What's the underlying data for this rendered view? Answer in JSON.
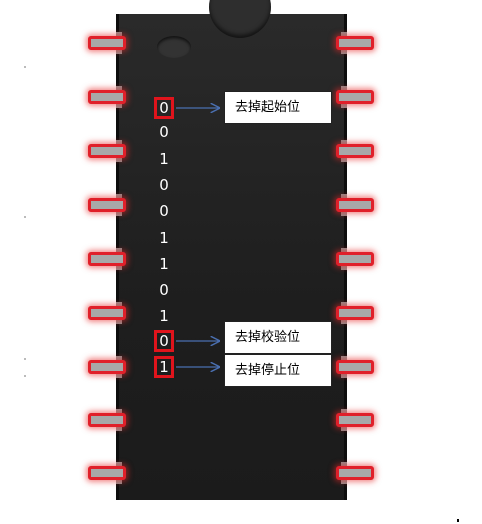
{
  "bits": [
    "0",
    "0",
    "1",
    "0",
    "0",
    "1",
    "1",
    "0",
    "1",
    "0",
    "1"
  ],
  "highlighted_bits": [
    0,
    9,
    10
  ],
  "labels": {
    "start_bit": "去掉起始位",
    "parity_bit": "去掉校验位",
    "stop_bit": "去掉停止位"
  },
  "colors": {
    "chip_body": "#1e1e1e",
    "pin_highlight": "#e0202a",
    "bit_box": "#e0141c",
    "arrow": "#4a6fb0"
  }
}
